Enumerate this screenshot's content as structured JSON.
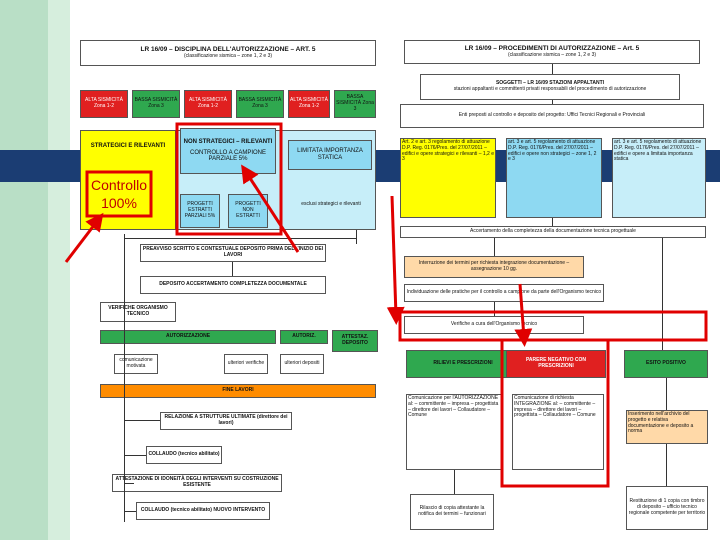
{
  "colors": {
    "deco_green": "#b9dfc6",
    "deco_navy": "#1b3d73",
    "red": "#e02020",
    "green": "#2fa84f",
    "yellow": "#ffff00",
    "cyan_light": "#c7eef9",
    "cyan_mid": "#8ed9f2",
    "orange": "#ff8c00",
    "orange_light": "#ffd9a8",
    "highlight_red": "#e00000"
  },
  "left": {
    "title": "LR 16/09 – DISCIPLINA DELL'AUTORIZZAZIONE – ART. 5",
    "subtitle": "(classificazione sismica – zone 1, 2 e 3)",
    "zones": [
      "ALTA SISMICITÀ Zona 1-2",
      "BASSA SISMICITÀ Zona 3",
      "ALTA SISMICITÀ Zona 1-2",
      "BASSA SISMICITÀ Zona 3",
      "ALTA SISMICITÀ Zona 1-2",
      "BASSA SISMICITÀ Zona 3"
    ],
    "strategic": "STRATEGICI E RILEVANTI",
    "not_strategic": "NON STRATEGICI – RILEVANTI",
    "sample_check": "CONTROLLO A CAMPIONE PARZIALE 5%",
    "limited_importance": "LIMITATA IMPORTANZA STATICA",
    "projects_extracted": "PROGETTI ESTRATTI PARZIALI 5%",
    "projects_not_extracted": "PROGETTI NON ESTRATTI",
    "strategic_note": "esclusi strategici e rilevanti",
    "notice": "PREAVVISO SCRITTO E CONTESTUALE DEPOSITO PRIMA DELL'INIZIO DEI LAVORI",
    "deposit": "DEPOSITO ACCERTAMENTO COMPLETEZZA DOCUMENTALE",
    "technical_check": "VERIFICHE ORGANISMO TECNICO",
    "authorization": "AUTORIZZAZIONE",
    "authorization_2": "AUTORIZ.",
    "deposit_certificate": "ATTESTAZ. DEPOSITO",
    "communication": "comunicazione motivata",
    "further_checks": "ulteriori verifiche",
    "other_deposits": "ulteriori depositi",
    "works_end": "FINE LAVORI",
    "report": "RELAZIONE A STRUTTURE ULTIMATE (direttore dei lavori)",
    "testing": "COLLAUDO (tecnico abilitato)",
    "statement": "ATTESTAZIONE DI IDONEITÀ DEGLI INTERVENTI SU COSTRUZIONE ESISTENTE",
    "testing_new": "COLLAUDO (tecnico abilitato) NUOVO INTERVENTO"
  },
  "right": {
    "title": "LR 16/09 – PROCEDIMENTI DI AUTORIZZAZIONE – Art. 5",
    "subtitle": "(classificazione sismica – zone 1, 2 e 3)",
    "stations": "SOGGETTI – LR 16/09 STAZIONI APPALTANTI",
    "stations_note": "stazioni appaltanti e committenti privati responsabili del procedimento di autorizzazione",
    "offices": "Enti preposti al controllo e deposito del progetto: Uffici Tecnici Regionali e Provinciali",
    "art2": "Art. 2 e art. 3 regolamento di attuazione D.P. Reg. 0176/Pres. del 27/07/2011 – edifici e opere strategici e rilevanti – 1,2 e 3",
    "art3": "art. 3 e art. 5 regolamento di attuazione D.P. Reg. 0176/Pres. del 27/07/2011 – edifici e opere non strategici – zone 1, 2 e 3",
    "art4": "art. 3 e art. 5 regolamento di attuazione D.P. Reg. 0176/Pres. del 27/07/2011 – edifici e opere a limitata importanza statica",
    "completeness": "Accertamento della completezza della documentazione tecnica progettuale",
    "integration": "Interruzione dei termini per richiesta integrazione documentazione – assegnazione 10 gg.",
    "selection": "Individuazione delle pratiche per il controllo a campione da parte dell'Organismo tecnico",
    "organism": "Verifiche a cura dell'Organismo tecnico",
    "requirements": "RILIEVI E PRESCRIZIONI",
    "negative": "PARERE NEGATIVO CON PRESCRIZIONI",
    "positive": "ESITO POSITIVO",
    "communication_auth": "Comunicazione per l'AUTORIZZAZIONE al: – committente – impresa – progettista – direttore dei lavori – Collaudatore – Comune",
    "communication_integ": "Comunicazione di richiesta INTEGRAZIONE al: – committente – impresa – direttore dei lavori – progettista – Collaudatore – Comune",
    "archive": "Inserimento nell'archivio del progetto e relativa documentazione e deposito a norma",
    "notification": "Rilascio di copia attestante la notifica dei termini – funzionari",
    "release": "Restituzione di 1 copia con timbro di deposito – ufficio tecnico regionale competente per territorio"
  },
  "control_label": "Controllo 100%"
}
